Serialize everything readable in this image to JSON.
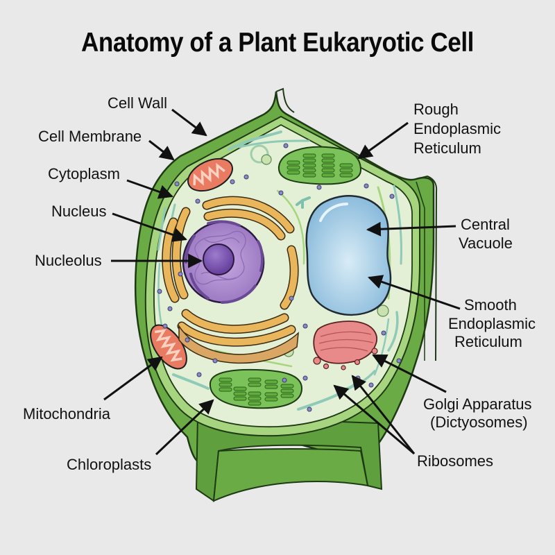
{
  "title": "Anatomy of a Plant Eukaryotic Cell",
  "colors": {
    "background": "#e9e9e9",
    "cell_wall": "#6aab45",
    "cell_wall_dark": "#4e8f33",
    "membrane": "#a7d47e",
    "cytoplasm": "#e4f0d6",
    "nucleus": "#a784c9",
    "nucleolus": "#7a52a8",
    "rough_er": "#e9b65c",
    "vacuole": "#9fcbe6",
    "mitochondria": "#e87b61",
    "golgi": "#e88a8a",
    "chloroplast": "#7cc25a",
    "ribosome": "#8a8ac4",
    "arrow": "#111111"
  },
  "labels": {
    "cell_wall": "Cell Wall",
    "cell_membrane": "Cell Membrane",
    "cytoplasm": "Cytoplasm",
    "nucleus": "Nucleus",
    "nucleolus": "Nucleolus",
    "mitochondria": "Mitochondria",
    "chloroplasts": "Chloroplasts",
    "rough_er": [
      "Rough",
      "Endoplasmic",
      "Reticulum"
    ],
    "central_vacuole": [
      "Central",
      "Vacuole"
    ],
    "smooth_er": [
      "Smooth",
      "Endoplasmic",
      "Reticulum"
    ],
    "golgi": [
      "Golgi Apparatus",
      "(Dictyosomes)"
    ],
    "ribosomes": "Ribosomes"
  }
}
